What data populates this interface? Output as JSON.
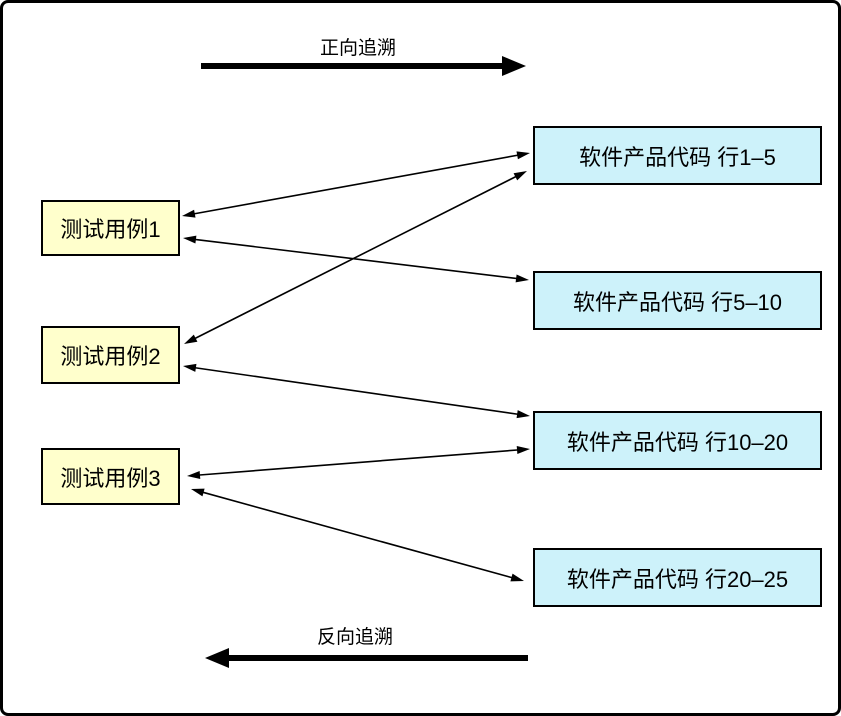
{
  "diagram": {
    "forward_flow_label": "正向追溯",
    "backward_flow_label": "反向追溯",
    "colors": {
      "test_case_fill": "#FFFFCC",
      "code_fill": "#CDF2FA",
      "line": "#000000",
      "border": "#000000"
    },
    "test_cases": [
      {
        "id": "tc1",
        "label": "测试用例1"
      },
      {
        "id": "tc2",
        "label": "测试用例2"
      },
      {
        "id": "tc3",
        "label": "测试用例3"
      }
    ],
    "code_blocks": [
      {
        "id": "code1",
        "label": "软件产品代码 行1–5"
      },
      {
        "id": "code2",
        "label": "软件产品代码 行5–10"
      },
      {
        "id": "code3",
        "label": "软件产品代码 行10–20"
      },
      {
        "id": "code4",
        "label": "软件产品代码 行20–25"
      }
    ],
    "links": [
      {
        "from": "tc1",
        "to": "code1"
      },
      {
        "from": "tc1",
        "to": "code2"
      },
      {
        "from": "tc2",
        "to": "code1"
      },
      {
        "from": "tc2",
        "to": "code3"
      },
      {
        "from": "tc3",
        "to": "code3"
      },
      {
        "from": "tc3",
        "to": "code4"
      }
    ]
  }
}
